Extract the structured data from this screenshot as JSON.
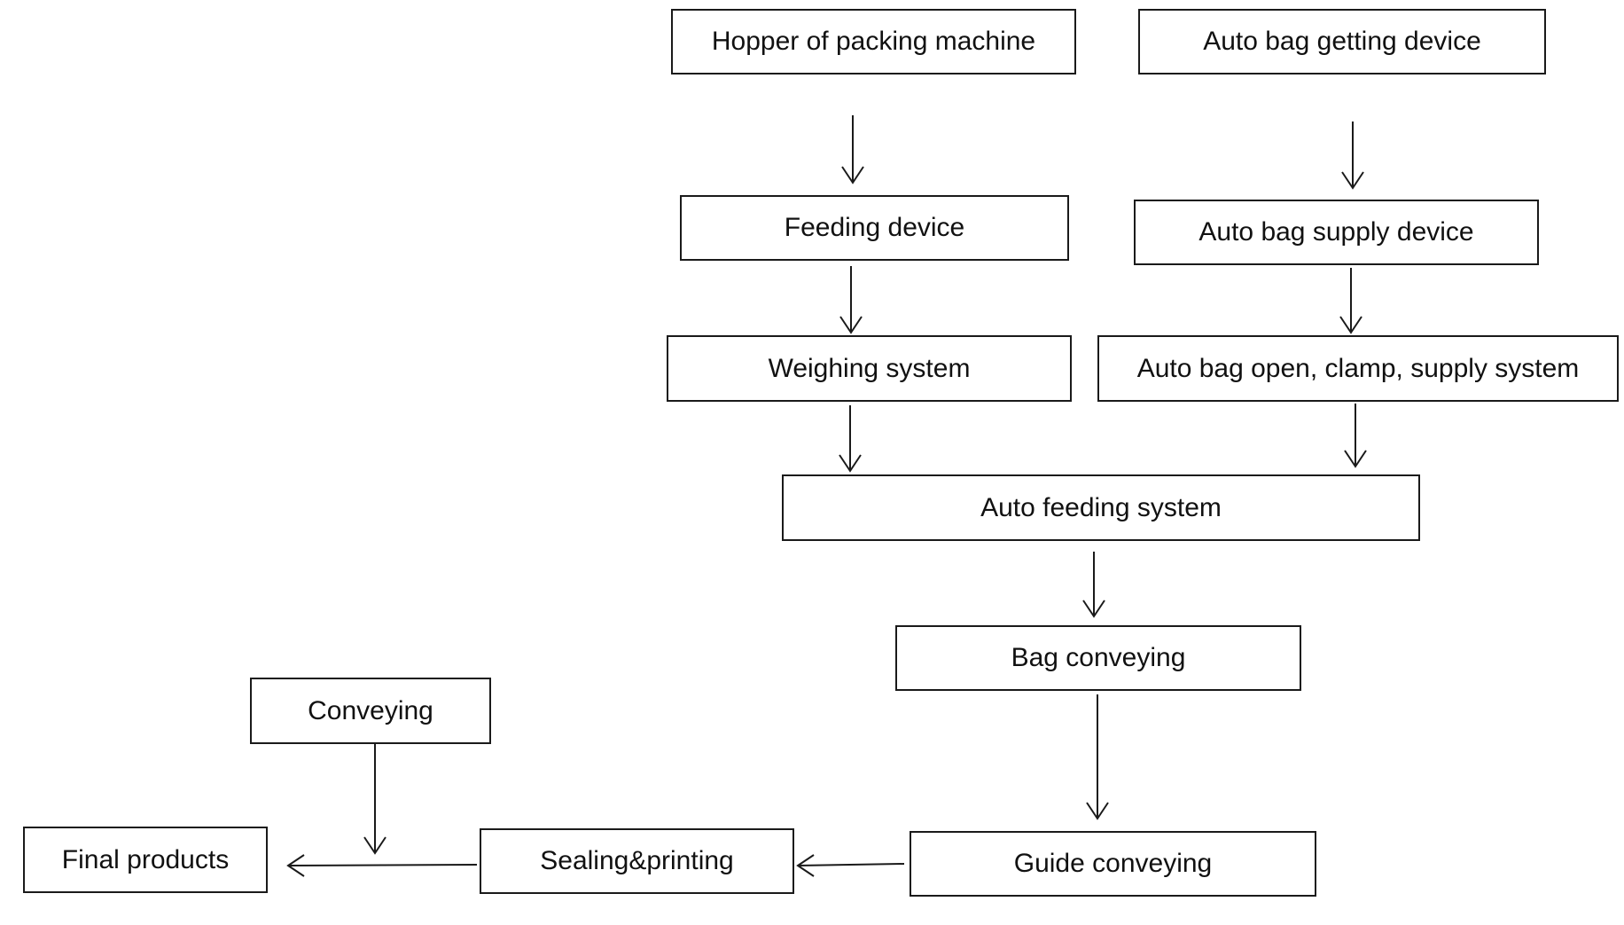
{
  "diagram": {
    "nodes": {
      "hopper": "Hopper of packing machine",
      "bag_getting": "Auto bag getting device",
      "feeding_device": "Feeding device",
      "bag_supply": "Auto bag supply device",
      "weighing": "Weighing system",
      "bag_open": "Auto bag open, clamp, supply system",
      "auto_feeding": "Auto feeding system",
      "bag_conveying": "Bag conveying",
      "conveying": "Conveying",
      "final_products": "Final products",
      "sealing": "Sealing&printing",
      "guide_conveying": "Guide conveying"
    },
    "edges": [
      {
        "from": "hopper",
        "to": "feeding_device"
      },
      {
        "from": "feeding_device",
        "to": "weighing"
      },
      {
        "from": "weighing",
        "to": "auto_feeding"
      },
      {
        "from": "bag_getting",
        "to": "bag_supply"
      },
      {
        "from": "bag_supply",
        "to": "bag_open"
      },
      {
        "from": "bag_open",
        "to": "auto_feeding"
      },
      {
        "from": "auto_feeding",
        "to": "bag_conveying"
      },
      {
        "from": "bag_conveying",
        "to": "guide_conveying"
      },
      {
        "from": "guide_conveying",
        "to": "sealing"
      },
      {
        "from": "sealing",
        "to": "final_products"
      },
      {
        "from": "conveying",
        "to": "final_products"
      }
    ],
    "colors": {
      "stroke": "#1a1a1a",
      "text": "#111111",
      "background": "#ffffff"
    }
  }
}
